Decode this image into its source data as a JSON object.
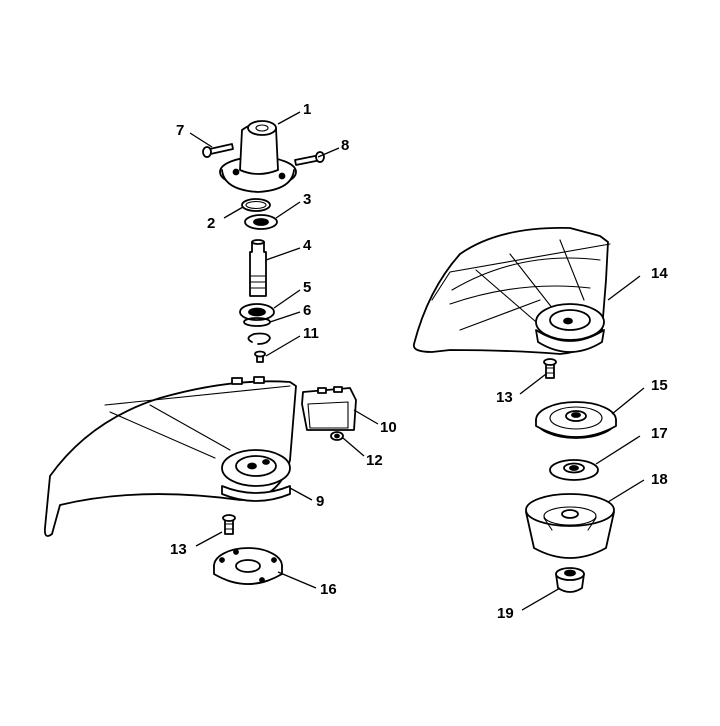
{
  "callouts": {
    "n1": "1",
    "n2": "2",
    "n3": "3",
    "n4": "4",
    "n5": "5",
    "n6": "6",
    "n7": "7",
    "n8": "8",
    "n9": "9",
    "n10": "10",
    "n11": "11",
    "n12": "12",
    "n13a": "13",
    "n13b": "13",
    "n14": "14",
    "n15": "15",
    "n16": "16",
    "n17": "17",
    "n18": "18",
    "n19": "19"
  }
}
